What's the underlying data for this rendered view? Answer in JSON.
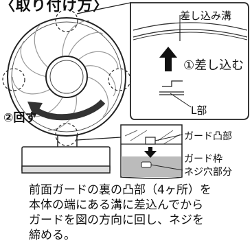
{
  "title": "〈取り付け方〉",
  "labels": {
    "groove": "差し込み溝",
    "insert": "①差し込む",
    "l_part": "L部",
    "rotate": "②回す",
    "guard_boss": "ガード凸部",
    "guard_frame": "ガード枠",
    "screw_hole": "ネジ穴部分"
  },
  "caption_lines": [
    "前面ガードの裏の凸部（4ヶ所）を",
    "本体の端にある溝に差込んでから",
    "ガードを図の方向に回し、ネジを",
    "締める。"
  ]
}
